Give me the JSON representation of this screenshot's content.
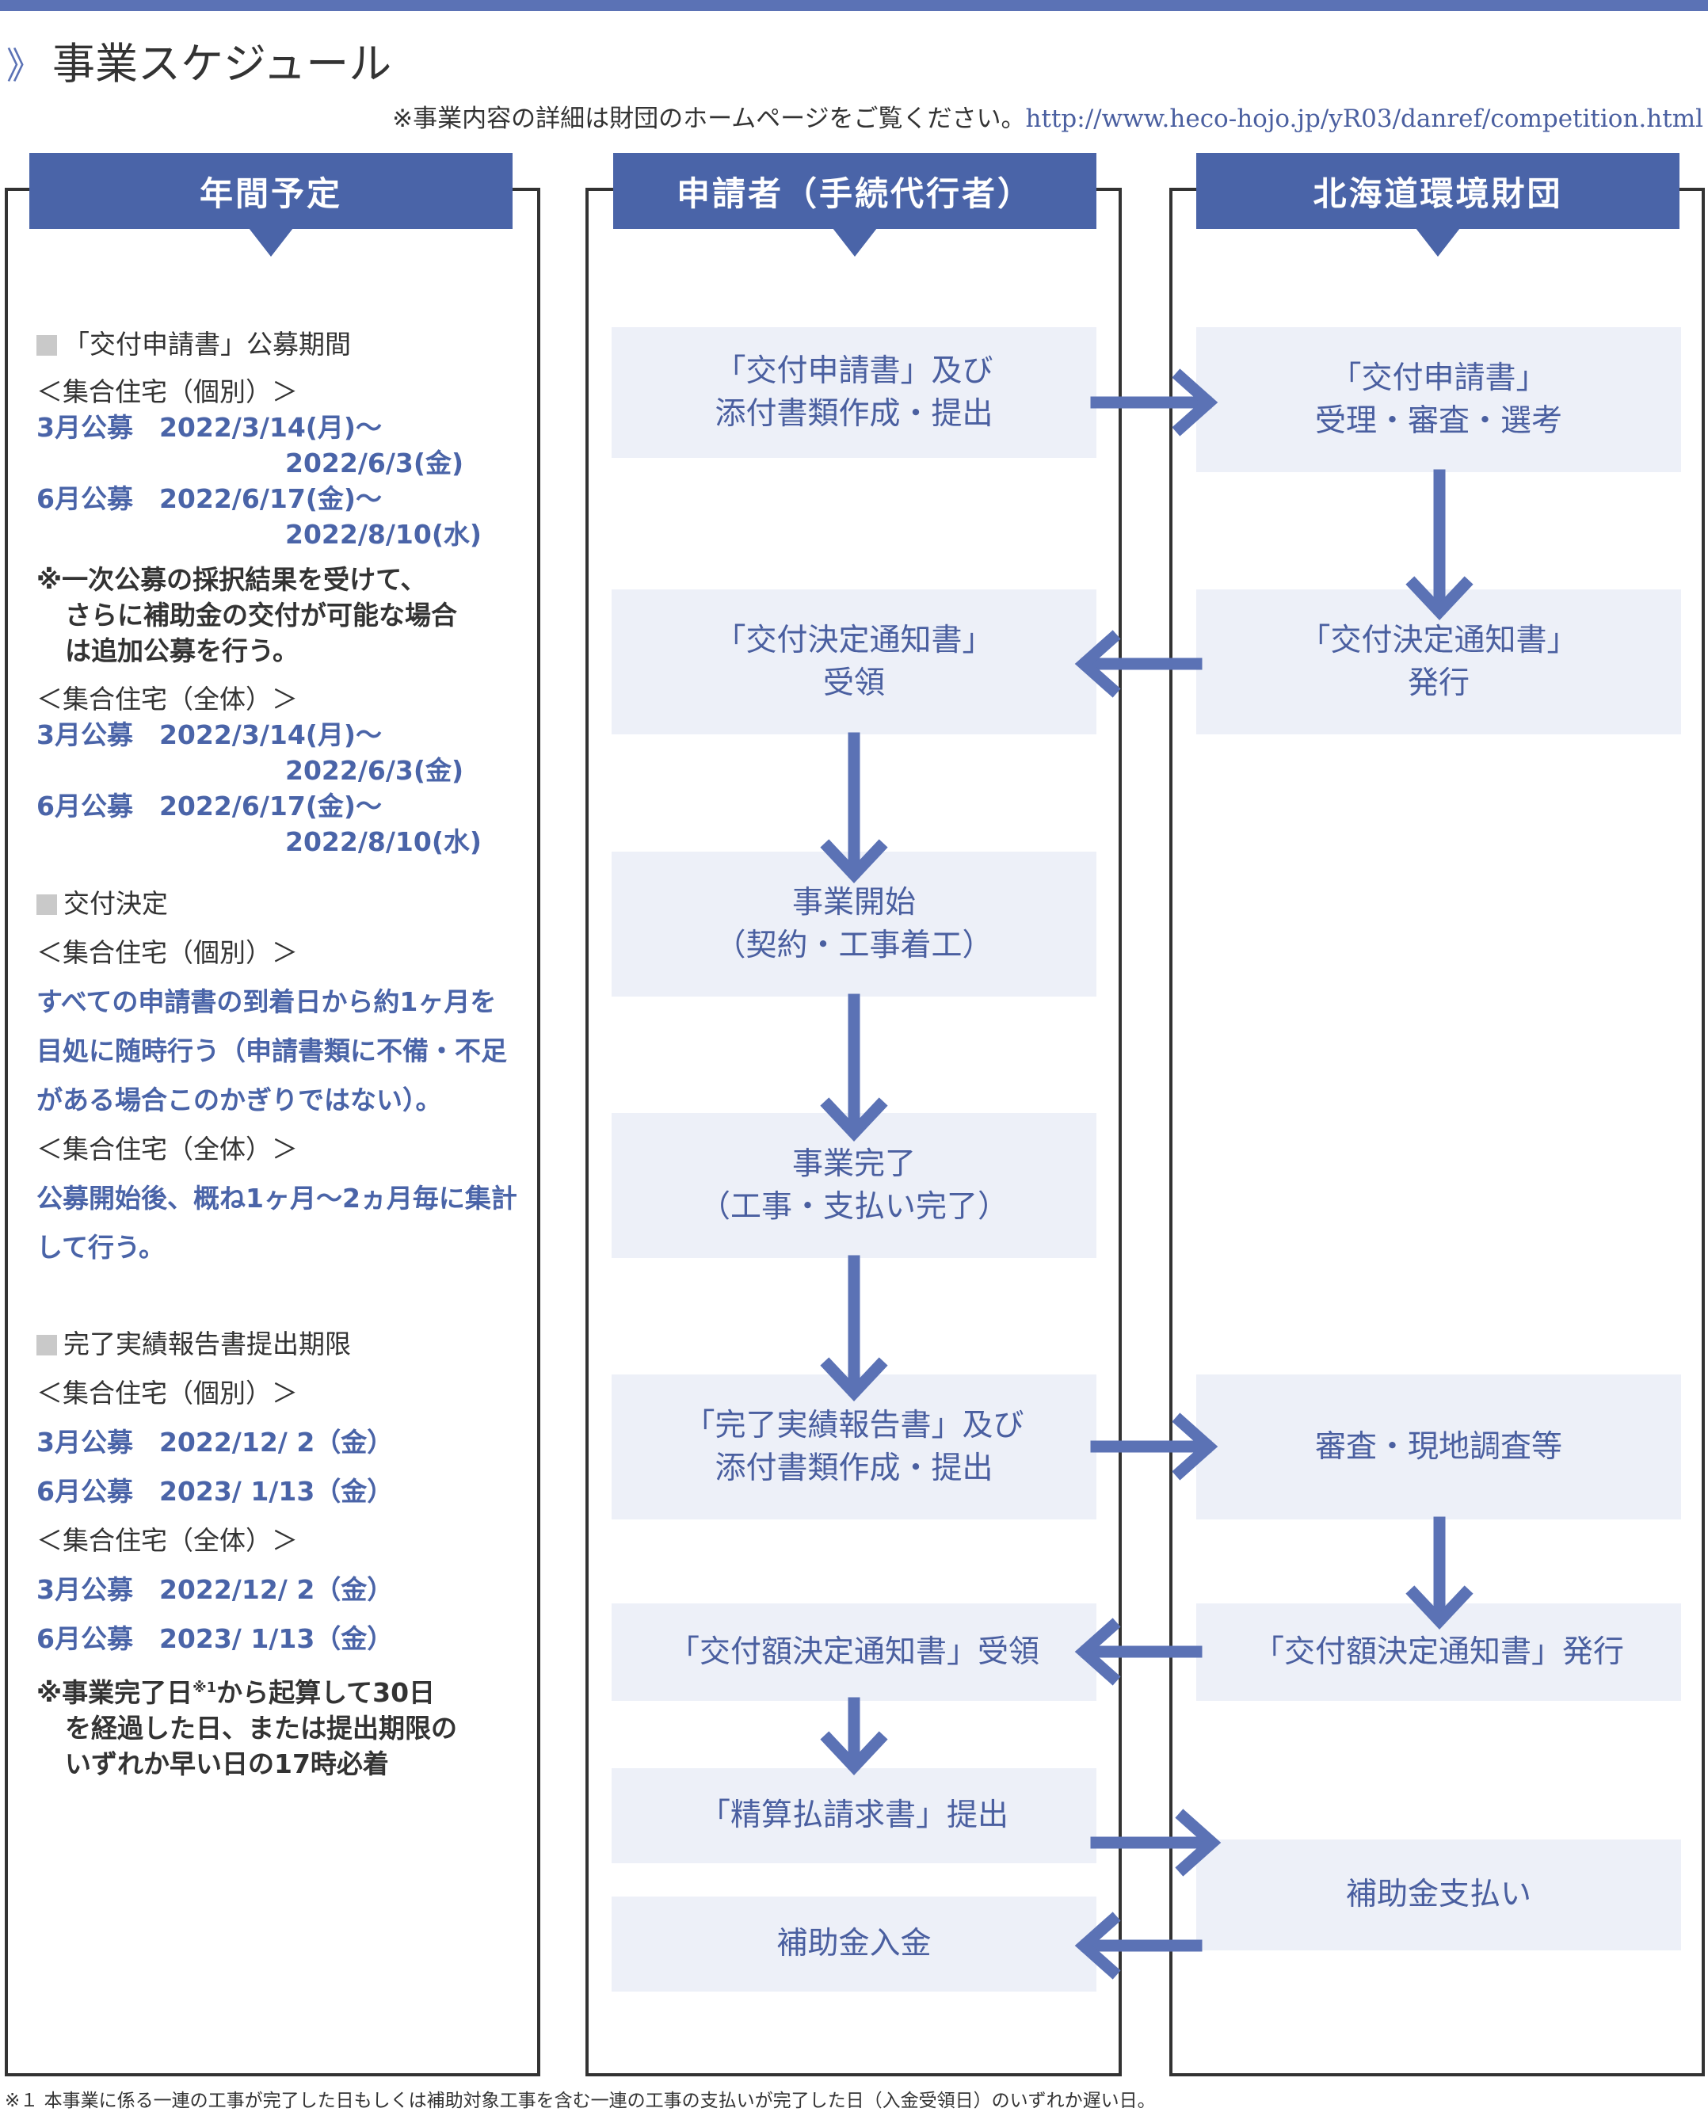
{
  "page": {
    "title_mark": "》",
    "title": "事業スケジュール",
    "note": "※事業内容の詳細は財団のホームページをご覧ください。",
    "url": "http://www.heco-hojo.jp/yR03/danref/competition.html",
    "footnote": "※１ 本事業に係る一連の工事が完了した日もしくは補助対象工事を含む一連の工事の支払いが完了した日（入金受領日）のいずれか遅い日。"
  },
  "columns": {
    "schedule": "年間予定",
    "applicant": "申請者（手続代行者）",
    "foundation": "北海道環境財団"
  },
  "schedule": {
    "s1_title": "「交付申請書」公募期間",
    "s1_k1": "＜集合住宅（個別）＞",
    "s1_a1": "3月公募　2022/3/14(月)～",
    "s1_a2": "2022/6/3(金)",
    "s1_a3": "6月公募　2022/6/17(金)～",
    "s1_a4": "2022/8/10(水)",
    "s1_n1": "※一次公募の採択結果を受けて、",
    "s1_n2": "さらに補助金の交付が可能な場合",
    "s1_n3": "は追加公募を行う。",
    "s1_k2": "＜集合住宅（全体）＞",
    "s1_b1": "3月公募　2022/3/14(月)～",
    "s1_b2": "2022/6/3(金)",
    "s1_b3": "6月公募　2022/6/17(金)～",
    "s1_b4": "2022/8/10(水)",
    "s2_title": "交付決定",
    "s2_k1": "＜集合住宅（個別）＞",
    "s2_a1": "すべての申請書の到着日から約1ヶ月を",
    "s2_a2": "目処に随時行う（申請書類に不備・不足",
    "s2_a3": "がある場合このかぎりではない）。",
    "s2_k2": "＜集合住宅（全体）＞",
    "s2_b1": "公募開始後、概ね1ヶ月～2ヵ月毎に集計",
    "s2_b2": "して行う。",
    "s3_title": "完了実績報告書提出期限",
    "s3_k1": "＜集合住宅（個別）＞",
    "s3_a1": "3月公募　2022/12/ 2（金）",
    "s3_a2": "6月公募　2023/  1/13（金）",
    "s3_k2": "＜集合住宅（全体）＞",
    "s3_b1": "3月公募　2022/12/ 2（金）",
    "s3_b2": "6月公募　2023/  1/13（金）",
    "s3_n1a": "※事業完了日",
    "s3_n1sup": "※1",
    "s3_n1b": "から起算して30日",
    "s3_n2": "を経過した日、または提出期限の",
    "s3_n3": "いずれか早い日の17時必着"
  },
  "applicant_steps": [
    {
      "l1": "「交付申請書」及び",
      "l2": "添付書類作成・提出"
    },
    {
      "l1": "「交付決定通知書」",
      "l2": "受領"
    },
    {
      "l1": "事業開始",
      "l2": "（契約・工事着工）"
    },
    {
      "l1": "事業完了",
      "l2": "（工事・支払い完了）"
    },
    {
      "l1": "「完了実績報告書」及び",
      "l2": "添付書類作成・提出"
    },
    {
      "l1": "「交付額決定通知書」受領"
    },
    {
      "l1": "「精算払請求書」提出"
    },
    {
      "l1": "補助金入金"
    }
  ],
  "foundation_steps": [
    {
      "l1": "「交付申請書」",
      "l2": "受理・審査・選考"
    },
    {
      "l1": "「交付決定通知書」",
      "l2": "発行"
    },
    {
      "l1": "審査・現地調査等"
    },
    {
      "l1": "「交付額決定通知書」発行"
    },
    {
      "l1": "補助金支払い"
    }
  ],
  "colors": {
    "accent": "#4a64a8",
    "box_bg": "#edf0f8",
    "arrow": "#5b72b5"
  }
}
